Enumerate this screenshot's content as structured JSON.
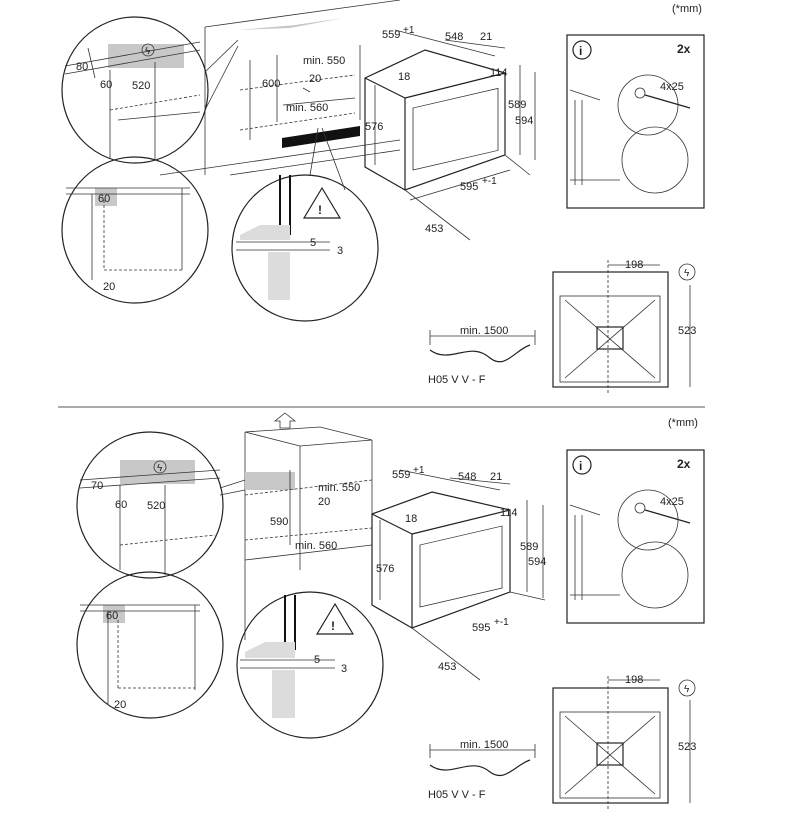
{
  "panels": [
    {
      "unit_note": "(*mm)",
      "cabinet": {
        "d80": "80",
        "d60": "60",
        "d520": "520",
        "d600": "600",
        "min550": "min. 550",
        "d20": "20",
        "min560": "min. 560",
        "corner60": "60",
        "corner20": "20"
      },
      "detail": {
        "d5": "5",
        "d3": "3"
      },
      "oven": {
        "w559": "559",
        "w559_sup": "+1",
        "d548": "548",
        "d21": "21",
        "h18": "18",
        "h114": "114",
        "h576": "576",
        "h589": "589",
        "h594": "594",
        "w595": "595",
        "w595_sup": "+-1",
        "d453": "453"
      },
      "screw": {
        "info": "i",
        "count": "2x",
        "size": "4x25"
      },
      "back": {
        "d198": "198",
        "d523": "523"
      },
      "cable": {
        "min1500": "min. 1500",
        "type": "H05 V V - F"
      }
    },
    {
      "unit_note": "(*mm)",
      "cabinet": {
        "d70": "70",
        "d60": "60",
        "d520": "520",
        "d590": "590",
        "min550": "min. 550",
        "d20": "20",
        "min560": "min. 560",
        "corner60": "60",
        "corner20": "20"
      },
      "detail": {
        "d5": "5",
        "d3": "3"
      },
      "oven": {
        "w559": "559",
        "w559_sup": "+1",
        "d548": "548",
        "d21": "21",
        "h18": "18",
        "h114": "114",
        "h576": "576",
        "h589": "589",
        "h594": "594",
        "w595": "595",
        "w595_sup": "+-1",
        "d453": "453"
      },
      "screw": {
        "info": "i",
        "count": "2x",
        "size": "4x25"
      },
      "back": {
        "d198": "198",
        "d523": "523"
      },
      "cable": {
        "min1500": "min. 1500",
        "type": "H05 V V - F"
      }
    }
  ],
  "icons": {
    "power": "power-icon",
    "warning": "warning-icon",
    "info": "info-icon",
    "arrow_up": "arrow-up-icon"
  }
}
